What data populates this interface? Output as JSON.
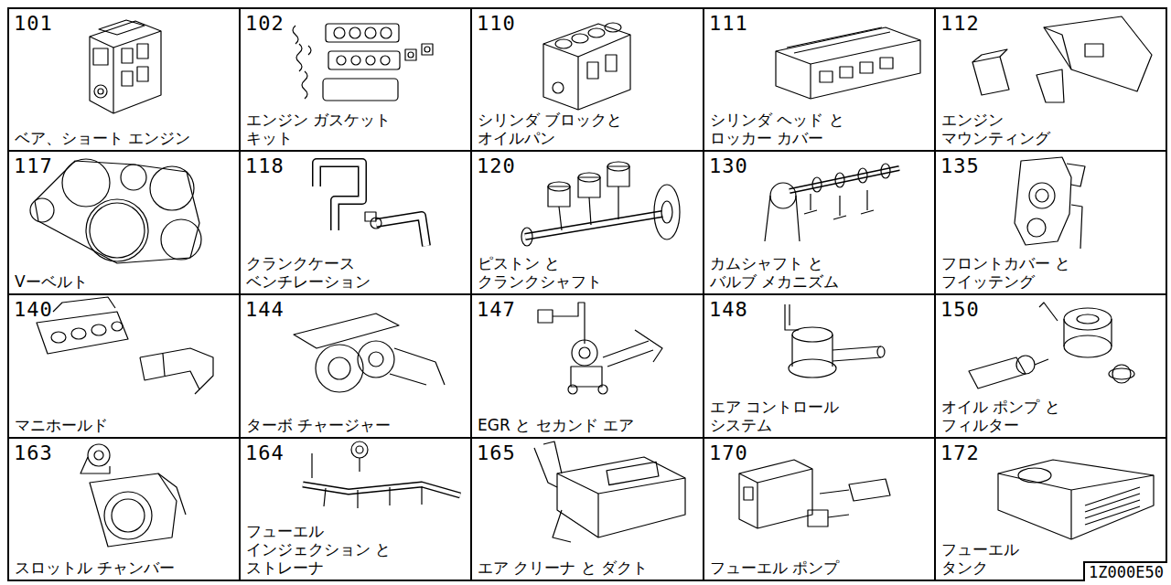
{
  "diagram": {
    "nodes": [
      {
        "text": [
          "101",
          "ベア、ショート エンジン"
        ]
      },
      {
        "text": [
          "102",
          "エンジン ガスケット キット"
        ]
      },
      {
        "text": [
          "110",
          "シリンダ ブロックと オイルパン"
        ]
      },
      {
        "text": [
          "111",
          "シリンダ ヘッド と ロッカー カバー"
        ]
      },
      {
        "text": [
          "112",
          "エンジン マウンティング"
        ]
      },
      {
        "text": [
          "117",
          "Vーベルト"
        ]
      },
      {
        "text": [
          "118",
          "クランクケース ベンチレーション"
        ]
      },
      {
        "text": [
          "120",
          "ピストン と クランクシャフト"
        ]
      },
      {
        "text": [
          "130",
          "カムシャフト と バルブ メカニズム"
        ]
      },
      {
        "text": [
          "135",
          "フロントカバー と フイッテング"
        ]
      },
      {
        "text": [
          "140",
          "マニホールド"
        ]
      },
      {
        "text": [
          "144",
          "ターボ チャージャー"
        ]
      },
      {
        "text": [
          "147",
          "EGR と セカンド エア"
        ]
      },
      {
        "text": [
          "148",
          "エア コントロール システム"
        ]
      },
      {
        "text": [
          "150",
          "オイル ポンプ と フィルター"
        ]
      },
      {
        "text": [
          "163",
          "スロットル チャンバー"
        ]
      },
      {
        "text": [
          "164",
          "フューエル インジェクション と ストレーナ"
        ]
      },
      {
        "text": [
          "165",
          "エア クリーナ と ダクト"
        ]
      },
      {
        "text": [
          "170",
          "フューエル ポンプ"
        ]
      },
      {
        "text": [
          "172",
          "フューエル タンク"
        ]
      }
    ],
    "labels": [
      "1Z000E50"
    ]
  }
}
